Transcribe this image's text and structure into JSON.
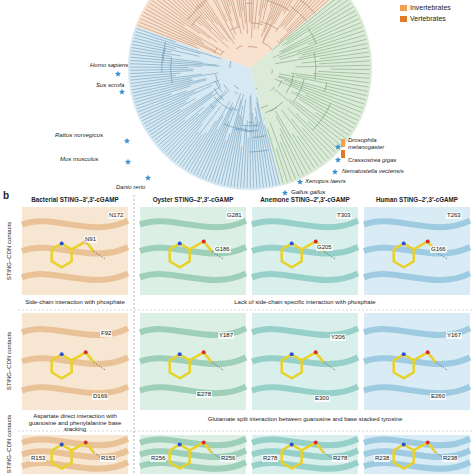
{
  "diagram": {
    "labels": [
      "b",
      "Homo sapiens",
      "Sus scrofa",
      "Rattus norvegicus",
      "Mus musculus",
      "Danio rerio",
      "Drosophila melanogaster",
      "Crassostrea gigas",
      "Nematostella vectensis",
      "Xenopus laevis",
      "Gallus gallus",
      "Bacterial STING–3′,3′-cGAMP",
      "Oyster STING–2′,3′-cGAMP",
      "Anemone STING–2′,3′-cGAMP",
      "Human STING–2′,3′-cGAMP",
      "STING–CDN contacts",
      "STING–CDN contacts",
      "STING–CDN contacts",
      "N172",
      "N91",
      "G281",
      "G186",
      "T303",
      "G205",
      "T263",
      "G166",
      "Side-chain interaction with phosphate",
      "Lack of side-chain specific interaction with phosphate",
      "F92",
      "D169",
      "Y187",
      "E278",
      "Y206",
      "E300",
      "Y167",
      "E260",
      "Aspartate direct interaction with guanosine and phenylalanine base stacking",
      "Glutamate split interaction between guanosine and base stacked tyrosine",
      "R153",
      "R153",
      "R256",
      "R256",
      "R278",
      "R278",
      "R238",
      "R238"
    ],
    "legend": [
      {
        "text": "Invertebrates",
        "color": "#f0a050"
      },
      {
        "text": "Vertebrates",
        "color": "#e07b28"
      }
    ]
  }
}
